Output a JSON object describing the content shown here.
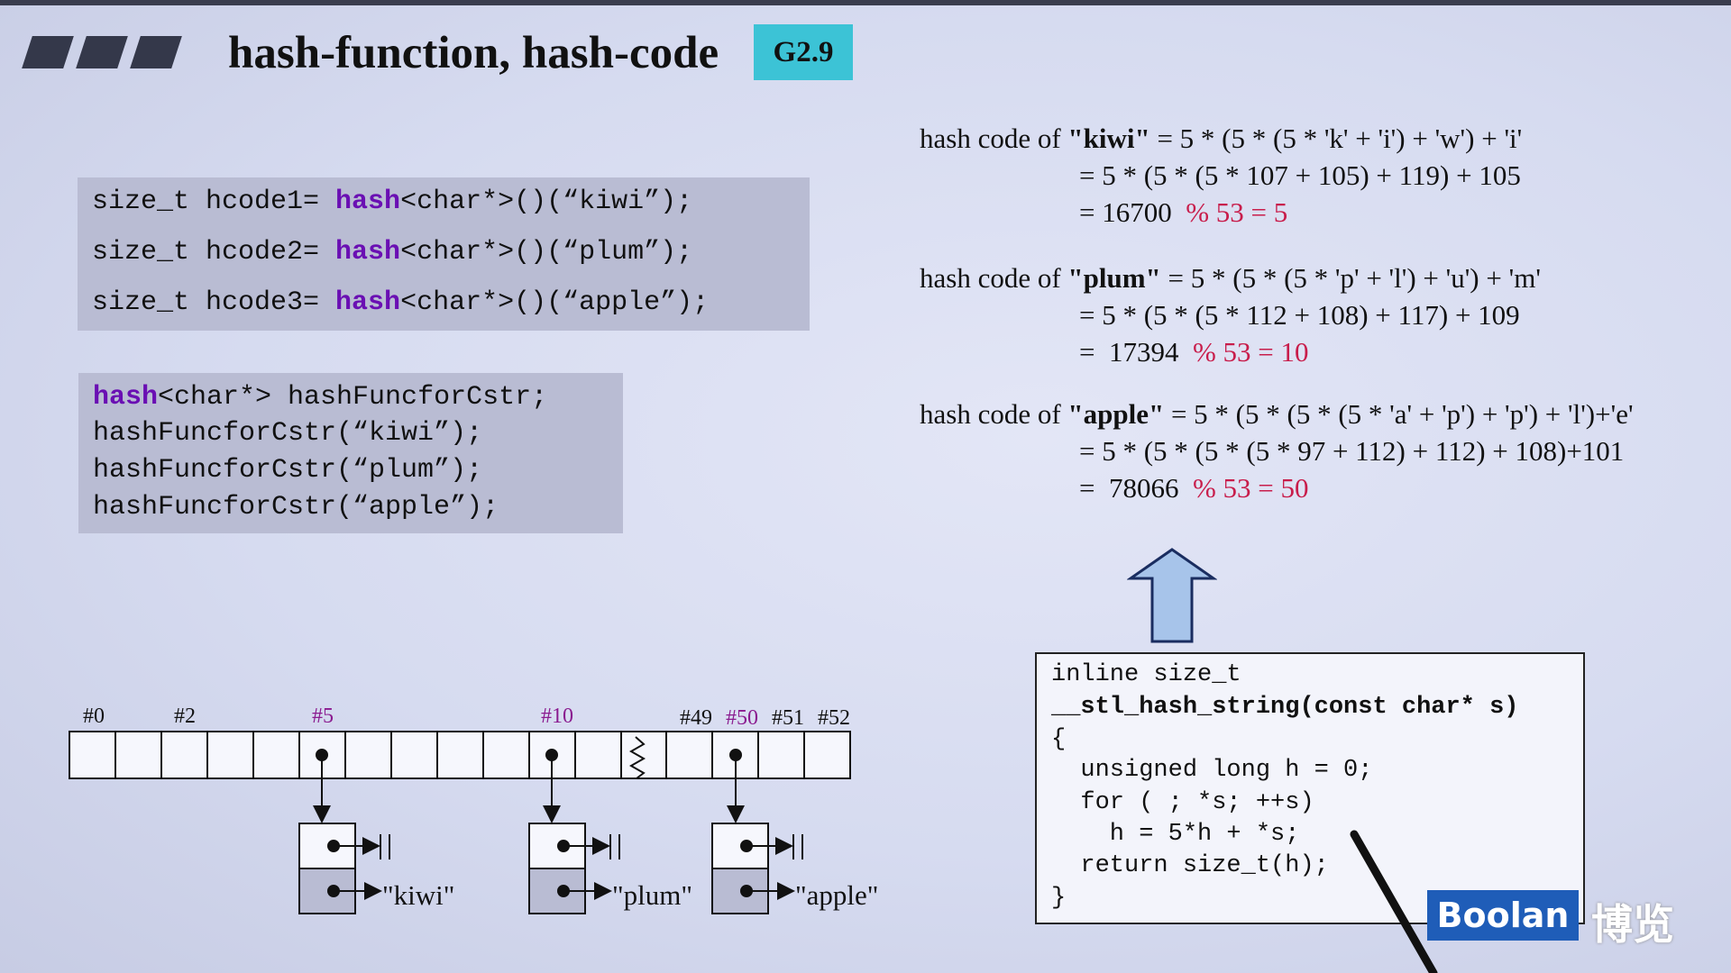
{
  "slide": {
    "title": "hash-function, hash-code",
    "badge": "G2.9"
  },
  "code_top": [
    {
      "pre": "size_t hcode1= ",
      "kw": "hash",
      "post": "<char*>()(“kiwi”);"
    },
    {
      "pre": "size_t hcode2= ",
      "kw": "hash",
      "post": "<char*>()(“plum”);"
    },
    {
      "pre": "size_t hcode3= ",
      "kw": "hash",
      "post": "<char*>()(“apple”);"
    }
  ],
  "code_mid": {
    "line1_kw": "hash",
    "line1_post": "<char*> hashFuncforCstr;",
    "lines": [
      "hashFuncforCstr(“kiwi”);",
      "hashFuncforCstr(“plum”);",
      "hashFuncforCstr(“apple”);"
    ]
  },
  "formulas": [
    {
      "prefix": "hash code of ",
      "word": "\"kiwi\"",
      "expr": " = 5 * (5 * (5 * 'k' + 'i') + 'w') + 'i'",
      "line2": "= 5 * (5 * (5 * 107 + 105) + 119) + 105",
      "line3_val": "= 16700  ",
      "line3_mod": "% 53 = 5"
    },
    {
      "prefix": "hash code of ",
      "word": "\"plum\"",
      "expr": " = 5 * (5 * (5 * 'p' + 'l') + 'u') + 'm'",
      "line2": "= 5 * (5 * (5 * 112 + 108) + 117) + 109",
      "line3_val": "=  17394  ",
      "line3_mod": "% 53 = 10"
    },
    {
      "prefix": "hash code of ",
      "word": "\"apple\"",
      "expr": " = 5 * (5 * (5 * (5 * 'a' + 'p') + 'p') + 'l')+'e'",
      "line2": "= 5 * (5 * (5 * (5 * 97 + 112) + 112) + 108)+101",
      "line3_val": "=  78066  ",
      "line3_mod": "% 53 = 50"
    }
  ],
  "function_code": [
    "inline size_t",
    "__stl_hash_string(const char* s)",
    "{",
    "  unsigned long h = 0;",
    "  for ( ; *s; ++s)",
    "    h = 5*h + *s;",
    "  return size_t(h);",
    "}"
  ],
  "bucket_labels": [
    "#0",
    "#2",
    "#5",
    "#10",
    "#49",
    "#50",
    "#51",
    "#52"
  ],
  "strings": [
    "\"kiwi\"",
    "\"plum\"",
    "\"apple\""
  ],
  "logo": {
    "en": "Boolan",
    "cn": "博览"
  },
  "colors": {
    "keyword": "#6a0fb3",
    "modulo": "#c81d4b",
    "badge": "#3cc3d6",
    "logo": "#1f5db8"
  }
}
